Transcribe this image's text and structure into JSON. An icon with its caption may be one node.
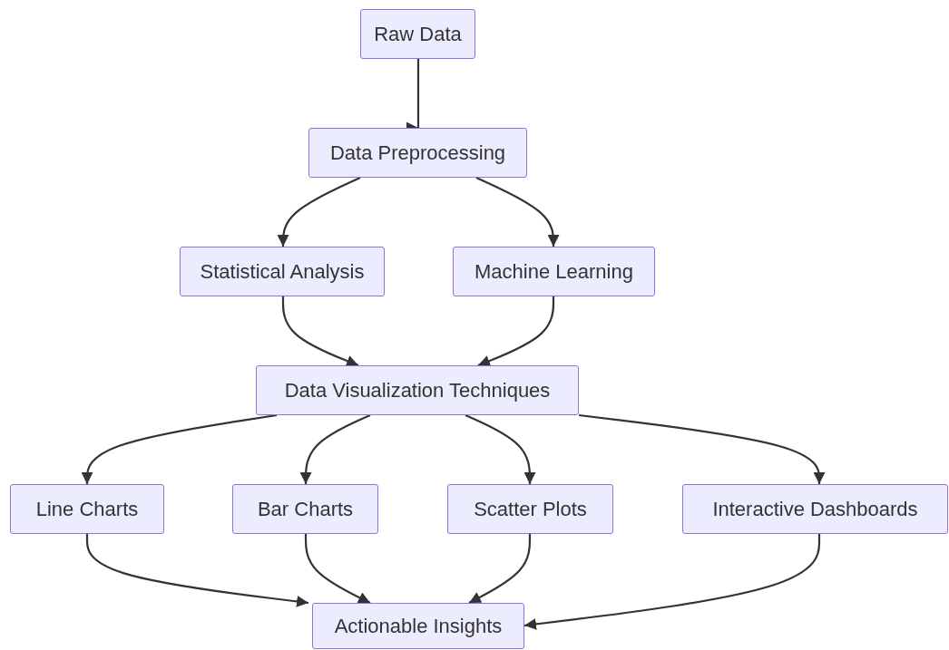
{
  "diagram": {
    "nodes": [
      {
        "text": [
          "Raw Data"
        ]
      },
      {
        "text": [
          "Data Preprocessing"
        ]
      },
      {
        "text": [
          "Statistical Analysis"
        ]
      },
      {
        "text": [
          "Machine Learning"
        ]
      },
      {
        "text": [
          "Data Visualization Techniques"
        ]
      },
      {
        "text": [
          "Line Charts"
        ]
      },
      {
        "text": [
          "Bar Charts"
        ]
      },
      {
        "text": [
          "Scatter Plots"
        ]
      },
      {
        "text": [
          "Interactive Dashboards"
        ]
      },
      {
        "text": [
          "Actionable Insights"
        ]
      }
    ],
    "edges": [
      {
        "from": 0,
        "to": 1,
        "arrow": "to"
      },
      {
        "from": 1,
        "to": 2,
        "arrow": "to"
      },
      {
        "from": 1,
        "to": 3,
        "arrow": "to"
      },
      {
        "from": 2,
        "to": 4,
        "arrow": "to"
      },
      {
        "from": 3,
        "to": 4,
        "arrow": "to"
      },
      {
        "from": 4,
        "to": 5,
        "arrow": "to"
      },
      {
        "from": 4,
        "to": 6,
        "arrow": "to"
      },
      {
        "from": 4,
        "to": 7,
        "arrow": "to"
      },
      {
        "from": 4,
        "to": 8,
        "arrow": "to"
      },
      {
        "from": 5,
        "to": 9,
        "arrow": "to"
      },
      {
        "from": 6,
        "to": 9,
        "arrow": "to"
      },
      {
        "from": 7,
        "to": 9,
        "arrow": "to"
      },
      {
        "from": 8,
        "to": 9,
        "arrow": "to"
      }
    ]
  }
}
